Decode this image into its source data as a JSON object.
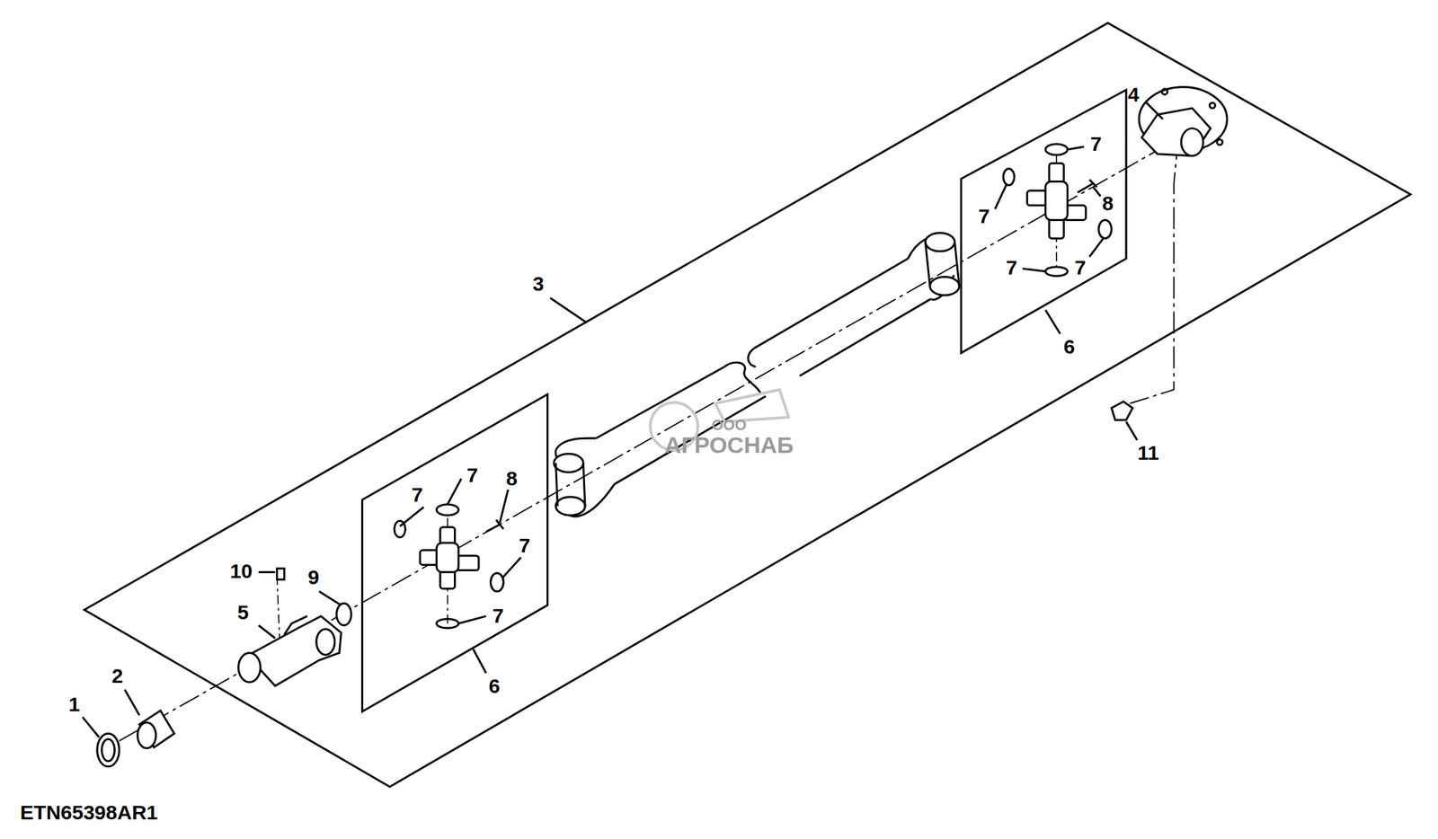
{
  "diagram": {
    "labels": [
      "1",
      "2",
      "3",
      "4",
      "5",
      "6",
      "6",
      "7",
      "7",
      "7",
      "7",
      "8",
      "7",
      "7",
      "8",
      "7",
      "7",
      "9",
      "10",
      "11",
      "ООО",
      "АГРОСНАБ",
      "ETN65398AR1"
    ]
  }
}
